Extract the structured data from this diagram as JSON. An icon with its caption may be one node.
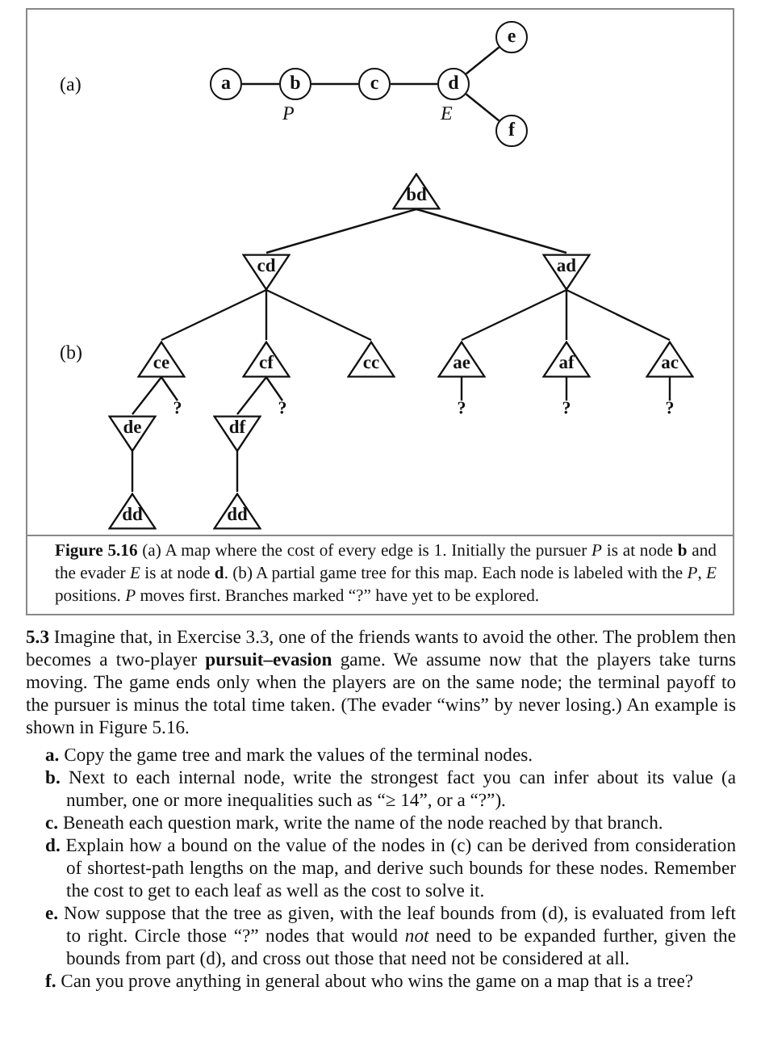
{
  "diagram": {
    "caption": "**Figure 5.16** (a) A map where the cost of every edge is 1. Initially the pursuer *P* is at node **b** and the evader *E* is at node **d**. (b) A partial game tree for this map. Each node is labeled with the *P*, *E* positions. *P* moves first. Branches marked “?” have yet to be explored.",
    "nodes": [
      {
        "text": [
          "a"
        ]
      },
      {
        "text": [
          "b"
        ],
        "beside": [
          "P"
        ]
      },
      {
        "text": [
          "c"
        ]
      },
      {
        "text": [
          "d"
        ],
        "beside": [
          "E"
        ]
      },
      {
        "text": [
          "e"
        ]
      },
      {
        "text": [
          "f"
        ]
      },
      {
        "text": [
          "bd"
        ]
      },
      {
        "text": [
          "cd"
        ]
      },
      {
        "text": [
          "ad"
        ]
      },
      {
        "text": [
          "ce"
        ]
      },
      {
        "text": [
          "cf"
        ]
      },
      {
        "text": [
          "cc"
        ]
      },
      {
        "text": [
          "ae"
        ]
      },
      {
        "text": [
          "af"
        ]
      },
      {
        "text": [
          "ac"
        ]
      },
      {
        "text": [
          "?"
        ]
      },
      {
        "text": [
          "?"
        ]
      },
      {
        "text": [
          "?"
        ]
      },
      {
        "text": [
          "?"
        ]
      },
      {
        "text": [
          "?"
        ]
      },
      {
        "text": [
          "de"
        ]
      },
      {
        "text": [
          "df"
        ]
      },
      {
        "text": [
          "dd"
        ]
      },
      {
        "text": [
          "dd"
        ]
      }
    ],
    "edges": [
      {
        "from": 0,
        "to": 1,
        "arrow": "none"
      },
      {
        "from": 1,
        "to": 2,
        "arrow": "none"
      },
      {
        "from": 2,
        "to": 3,
        "arrow": "none"
      },
      {
        "from": 3,
        "to": 4,
        "arrow": "none"
      },
      {
        "from": 3,
        "to": 5,
        "arrow": "none"
      },
      {
        "from": 6,
        "to": 7,
        "arrow": "none"
      },
      {
        "from": 6,
        "to": 8,
        "arrow": "none"
      },
      {
        "from": 7,
        "to": 9,
        "arrow": "none"
      },
      {
        "from": 7,
        "to": 10,
        "arrow": "none"
      },
      {
        "from": 7,
        "to": 11,
        "arrow": "none"
      },
      {
        "from": 8,
        "to": 12,
        "arrow": "none"
      },
      {
        "from": 8,
        "to": 13,
        "arrow": "none"
      },
      {
        "from": 8,
        "to": 14,
        "arrow": "none"
      },
      {
        "from": 9,
        "to": 20,
        "arrow": "none"
      },
      {
        "from": 9,
        "to": 15,
        "arrow": "none"
      },
      {
        "from": 10,
        "to": 21,
        "arrow": "none"
      },
      {
        "from": 10,
        "to": 16,
        "arrow": "none"
      },
      {
        "from": 12,
        "to": 17,
        "arrow": "none"
      },
      {
        "from": 13,
        "to": 18,
        "arrow": "none"
      },
      {
        "from": 14,
        "to": 19,
        "arrow": "none"
      },
      {
        "from": 20,
        "to": 22,
        "arrow": "none"
      },
      {
        "from": 21,
        "to": 23,
        "arrow": "none"
      }
    ],
    "labels": [
      "(a)",
      "(b)",
      "**5.3** Imagine that, in Exercise 3.3, one of the friends wants to avoid the other. The problem then becomes a two-player **pursuit–evasion** game. We assume now that the players take turns moving. The game ends only when the players are on the same node; the terminal payoff to the pursuer is minus the total time taken. (The evader “wins” by never losing.) An example is shown in Figure 5.16.",
      "**a.** Copy the game tree and mark the values of the terminal nodes.",
      "**b.** Next to each internal node, write the strongest fact you can infer about its value (a number, one or more inequalities such as “≥ 14”, or a “?”).",
      "**c.** Beneath each question mark, write the name of the node reached by that branch.",
      "**d.** Explain how a bound on the value of the nodes in (c) can be derived from consideration of shortest-path lengths on the map, and derive such bounds for these nodes. Remember the cost to get to each leaf as well as the cost to solve it.",
      "**e.** Now suppose that the tree as given, with the leaf bounds from (d), is evaluated from left to right. Circle those “?” nodes that would *not* need to be expanded further, given the bounds from part (d), and cross out those that need not be considered at all.",
      "**f.** Can you prove anything in general about who wins the game on a map that is a tree?"
    ]
  }
}
